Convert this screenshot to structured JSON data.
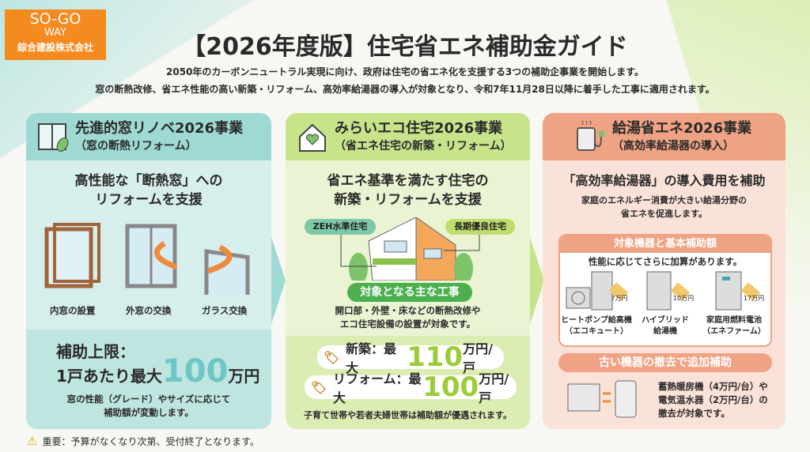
{
  "logo": {
    "line1": "SO-GO",
    "line2": "WAY",
    "line3": "綜合建設株式会社"
  },
  "title": "【2026年度版】住宅省エネ補助金ガイド",
  "intro": [
    "2050年のカーボンニュートラル実現に向け、政府は住宅の省エネ化を支援する3つの補助企事業を開始します。",
    "窓の断熱改修、省エネ性能の高い新築・リフォーム、高効率給湯器の導入が対象となり、令和7年11月28日以降に着手した工事に適用されます。"
  ],
  "colors": {
    "teal": "#9fd9d3",
    "green": "#c7e48a",
    "orange": "#f0a384",
    "logo": "#f58a1f",
    "accent_green": "#4caf50"
  },
  "panel1": {
    "icon": "window-leaf-icon",
    "title": "先進的窓リノベ2026事業",
    "subtitle": "（窓の断熱リフォーム）",
    "lead1": "高性能な「断熱窓」への",
    "lead2": "リフォームを支援",
    "items": [
      "内窓の設置",
      "外窓の交換",
      "ガラス交換"
    ],
    "cap_label": "補助上限：",
    "cap_prefix": "1戸あたり最大",
    "cap_value": "100",
    "cap_unit": "万円",
    "note1": "窓の性能（グレード）やサイズに応じて",
    "note2": "補助額が変動します。"
  },
  "panel2": {
    "icon": "house-heart-icon",
    "title": "みらいエコ住宅2026事業",
    "subtitle": "（省エネ住宅の新築・リフォーム）",
    "lead1": "省エネ基準を満たす住宅の",
    "lead2": "新築・リフォームを支援",
    "label_left": "ZEH水準住宅",
    "label_right": "長期優良住宅",
    "works_title": "対象となる主な工事",
    "works1": "開口部・外壁・床などの断熱改修や",
    "works2": "エコ住宅設備の設置が対象です。",
    "new_label": "新築：最大",
    "new_value": "110",
    "new_unit": "万円/戸",
    "reform_label": "リフォーム：最大",
    "reform_value": "100",
    "reform_unit": "万円/戸",
    "note": "子育て世帯や若者夫婦世帯は補助額が優遇されます。"
  },
  "panel3": {
    "icon": "water-heater-icon",
    "title": "給湯省エネ2026事業",
    "subtitle": "（高効率給湯器の導入）",
    "lead": "「高効率給湯器」の導入費用を補助",
    "desc1": "家庭のエネルギー消費が大きい給湯分野の",
    "desc2": "省エネを促進します。",
    "box_title": "対象機器と基本補助額",
    "box_note": "性能に応じてさらに加算があります。",
    "devices": [
      {
        "name1": "ヒートポンプ給高機",
        "name2": "（エコキュート）",
        "price": "7万円"
      },
      {
        "name1": "ハイブリッド",
        "name2": "給湯機",
        "price": "10万円"
      },
      {
        "name1": "家庭用燃料電池",
        "name2": "（エネファーム）",
        "price": "17万円"
      }
    ],
    "removal_title": "古い機器の撤去で追加補助",
    "removal1": "蓄熱暖房機（4万円/台）や",
    "removal2": "電気温水器（2万円/台）の",
    "removal3": "撤去が対象です。"
  },
  "warning": "重要：予算がなくなり次第、受付終了となります。"
}
